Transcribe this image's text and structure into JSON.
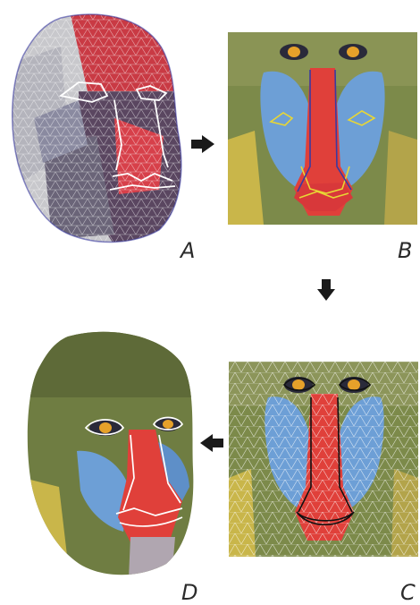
{
  "panels": [
    {
      "id": "A",
      "label": "A",
      "description_icon": "textured-mesh-face"
    },
    {
      "id": "B",
      "label": "B",
      "description_icon": "mandrill-photo"
    },
    {
      "id": "C",
      "label": "C",
      "description_icon": "meshed-mandrill-photo"
    },
    {
      "id": "D",
      "label": "D",
      "description_icon": "textured-mandrill-face"
    }
  ],
  "arrows": [
    {
      "from": "A",
      "to": "B",
      "direction": "right",
      "icon": "arrow-right-icon"
    },
    {
      "from": "B",
      "to": "C",
      "direction": "down",
      "icon": "arrow-down-icon"
    },
    {
      "from": "C",
      "to": "D",
      "direction": "left",
      "icon": "arrow-left-icon"
    }
  ],
  "colors": {
    "mesh_red": "#d23a3e",
    "mesh_gray": "#9a9aa2",
    "snout_red": "#e0403a",
    "cheek_blue": "#6d9fd6",
    "fur_green": "#7c8a4a",
    "fur_yellow": "#c9b64a",
    "outline_white": "#ffffff",
    "outline_yellow": "#e8d635",
    "label_text": "#2b2b2b",
    "arrow_black": "#1a1a1a"
  }
}
